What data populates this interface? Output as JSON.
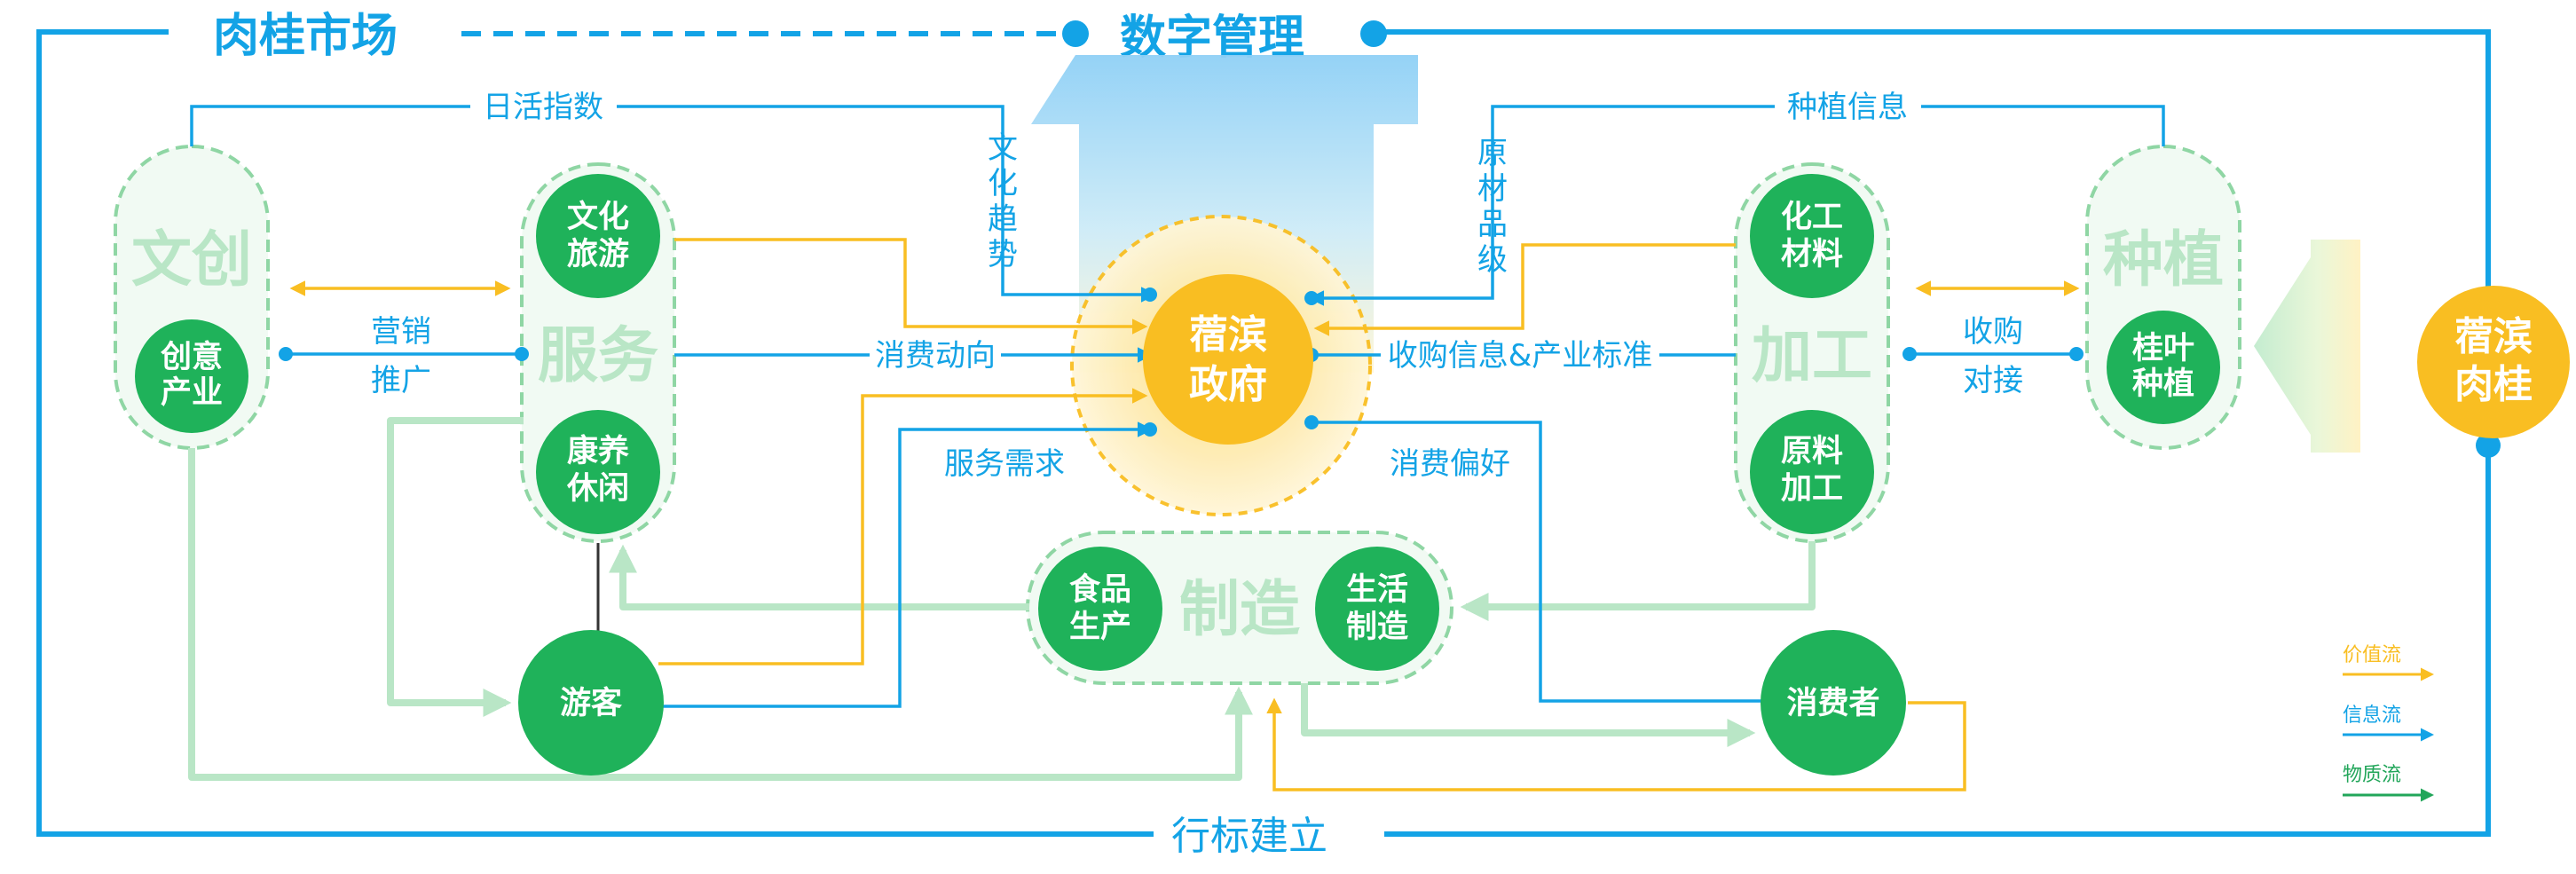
{
  "top": {
    "market": "肉桂市场",
    "digital": "数字管理",
    "bottom": "行标建立"
  },
  "labels": {
    "daily_index": "日活指数",
    "planting_info": "种植信息",
    "culture_trend": "文化趋势",
    "material_grade": "原材品级",
    "marketing": [
      "营销",
      "推广"
    ],
    "consumption_trend": "消费动向",
    "purchase_info": "收购信息&产业标准",
    "service_demand": "服务需求",
    "consumer_pref": "消费偏好",
    "purchase_dock": [
      "收购",
      "对接"
    ]
  },
  "groups": {
    "wenchuang": "文创",
    "fuwu": "服务",
    "jiagong": "加工",
    "zhongzhi": "种植",
    "zhizao": "制造"
  },
  "nodes": {
    "creative": [
      "创意",
      "产业"
    ],
    "culture_tour": [
      "文化",
      "旅游"
    ],
    "wellness": [
      "康养",
      "休闲"
    ],
    "tourist": "游客",
    "gov": [
      "蓿滨",
      "政府"
    ],
    "chemical": [
      "化工",
      "材料"
    ],
    "raw": [
      "原料",
      "加工"
    ],
    "leaf": [
      "桂叶",
      "种植"
    ],
    "brand": [
      "蓿滨",
      "肉桂"
    ],
    "food": [
      "食品",
      "生产"
    ],
    "life": [
      "生活",
      "制造"
    ],
    "consumer": "消费者"
  },
  "legend": {
    "value_flow": "价值流",
    "info_flow": "信息流",
    "material_flow": "物质流"
  },
  "colors": {
    "blue": "#13a3e6",
    "green": "#1fb25a",
    "mint": "#b9e6c6",
    "orange": "#f9be22",
    "legend_green": "#22a65a"
  }
}
